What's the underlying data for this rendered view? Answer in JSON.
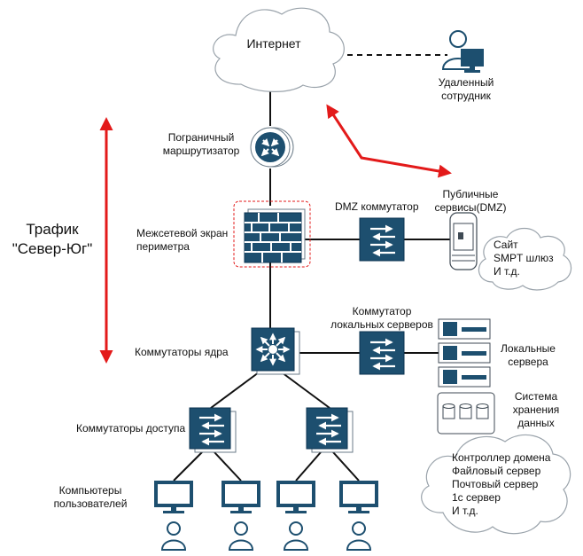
{
  "diagram": {
    "internet": "Интернет",
    "remote_worker": "Удаленный\nсотрудник",
    "border_router": "Пограничный\nмаршрутизатор",
    "firewall": "Межсетевой экран\nпериметра",
    "dmz_switch": "DMZ коммутатор",
    "public_services": "Публичные\nсервисы(DMZ)",
    "public_services_list": "Сайт\nSMPT шлюз\nИ т.д.",
    "server_switch": "Коммутатор\nлокальных серверов",
    "core_switches": "Коммутаторы ядра",
    "local_servers": "Локальные\nсервера",
    "storage": "Система\nхранения\nданных",
    "access_switches": "Коммутаторы доступа",
    "server_roles": "Контроллер домена\nФайловый сервер\nПочтовый сервер\n1с сервер\nИ т.д.",
    "user_computers": "Компьютеры\nпользователей",
    "traffic": "Трафик\n\"Север-Юг\""
  },
  "colors": {
    "device_fill": "#1d4f6f",
    "device_line": "#0b3350",
    "arrow_red": "#e31a1a",
    "cloud_stroke": "#9aa3ab"
  }
}
